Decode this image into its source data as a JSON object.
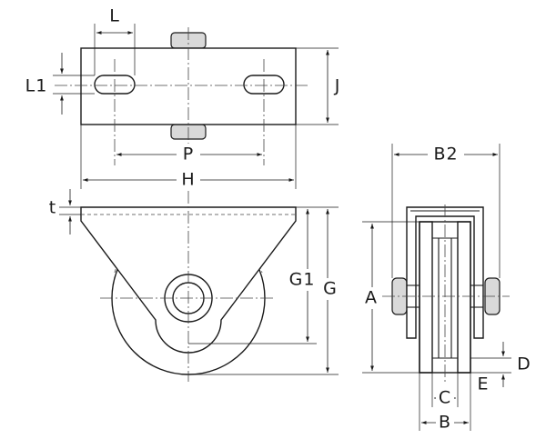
{
  "labels": {
    "L": "L",
    "L1": "L1",
    "J": "J",
    "P": "P",
    "H": "H",
    "t": "t",
    "G1": "G1",
    "G": "G",
    "B2": "B2",
    "A": "A",
    "C": "C",
    "B": "B",
    "D": "D",
    "E": "E"
  }
}
